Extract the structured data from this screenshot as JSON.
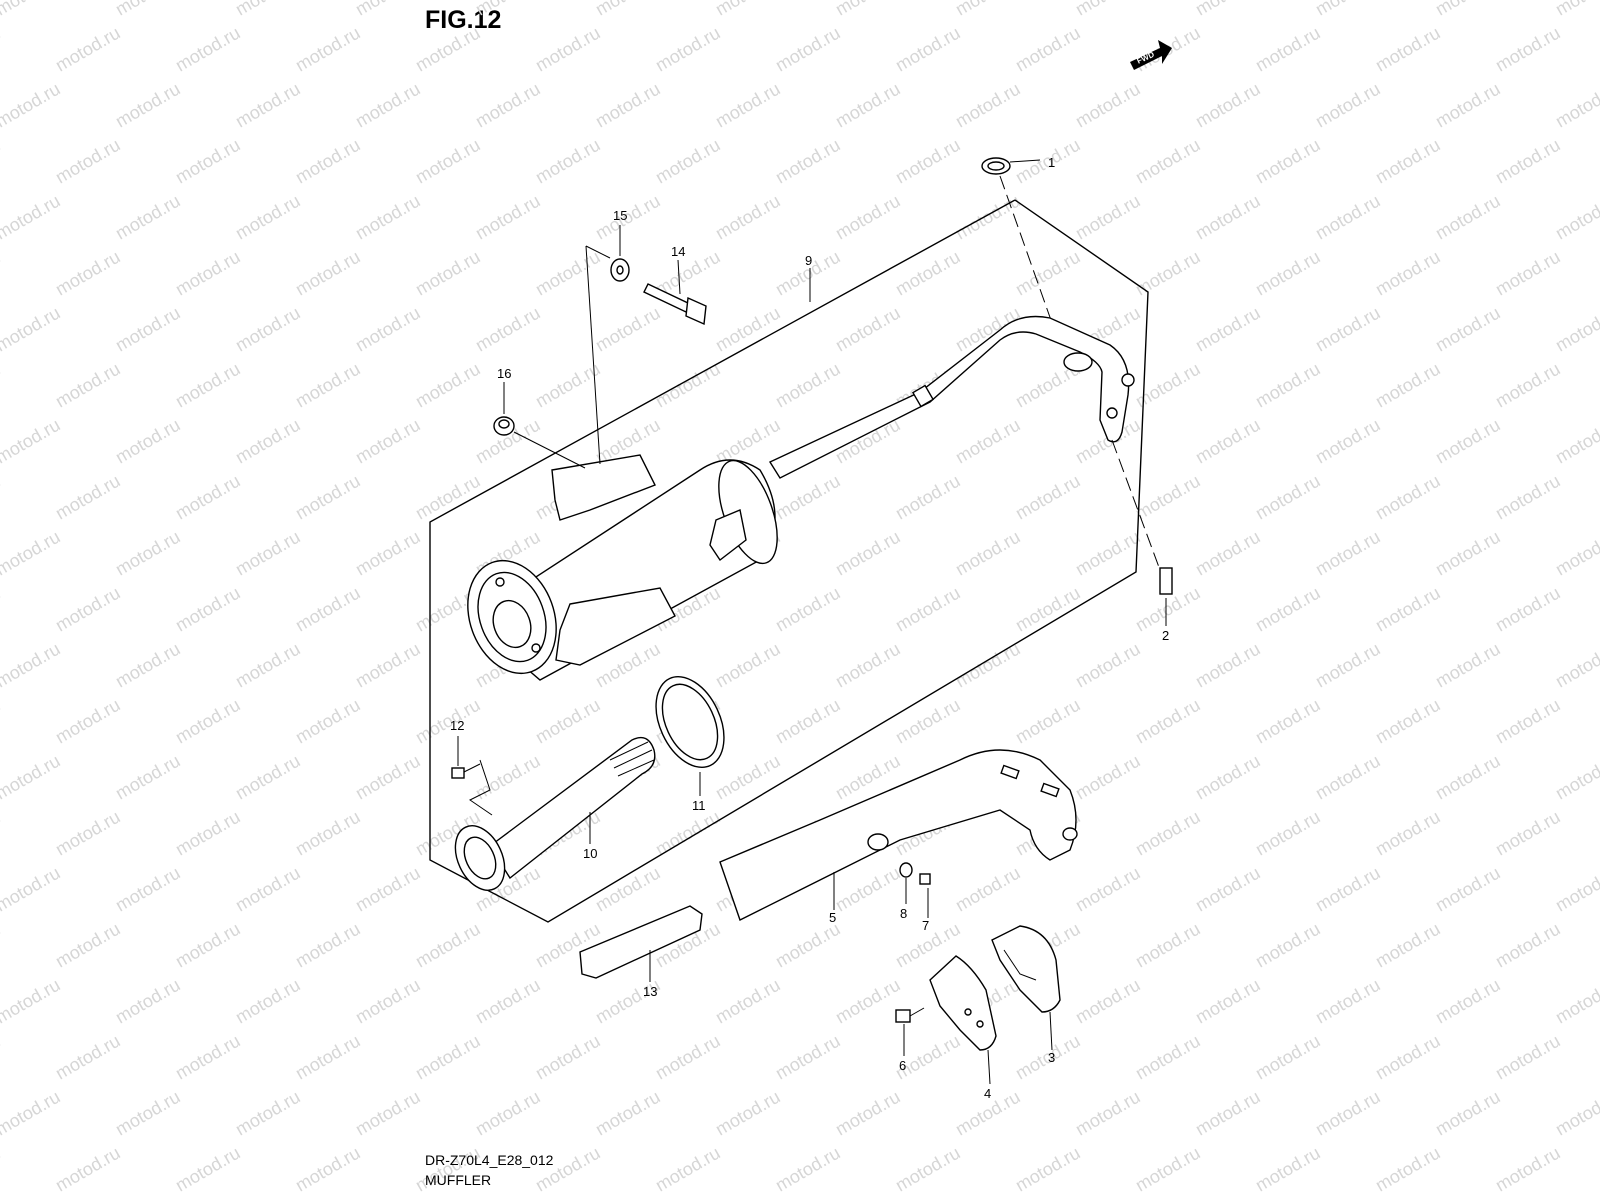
{
  "figure": {
    "title": "FIG.12",
    "fwd_label": "FWD",
    "drawing_code": "DR-Z70L4_E28_012",
    "section_name": "MUFFLER",
    "watermark": "motod.ru"
  },
  "callouts": [
    "1",
    "2",
    "3",
    "4",
    "5",
    "6",
    "7",
    "8",
    "9",
    "10",
    "11",
    "12",
    "13",
    "14",
    "15",
    "16"
  ],
  "colors": {
    "line": "#000000",
    "watermark": "#d6d6d6",
    "background": "#ffffff"
  }
}
